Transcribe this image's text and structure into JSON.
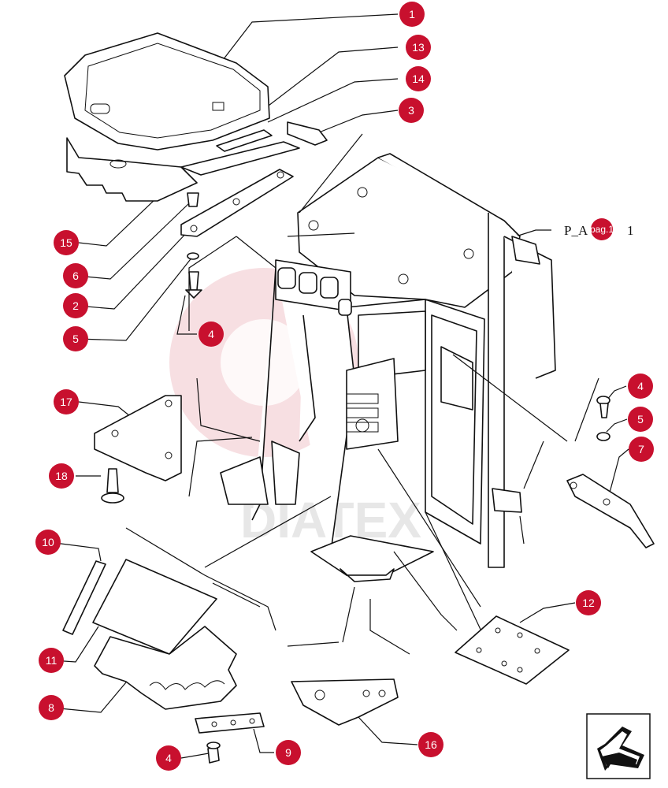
{
  "diagram": {
    "callouts": [
      "1",
      "13",
      "14",
      "3",
      "15",
      "6",
      "2",
      "5",
      "4",
      "17",
      "18",
      "10",
      "11",
      "8",
      "4",
      "9",
      "16",
      "12",
      "4",
      "5",
      "7"
    ],
    "page_ref": {
      "prefix": "P_A",
      "badge": "pag.1",
      "suffix": "1"
    },
    "watermark": "DIATEX",
    "nav_icon": "arrow-left-down-icon"
  }
}
